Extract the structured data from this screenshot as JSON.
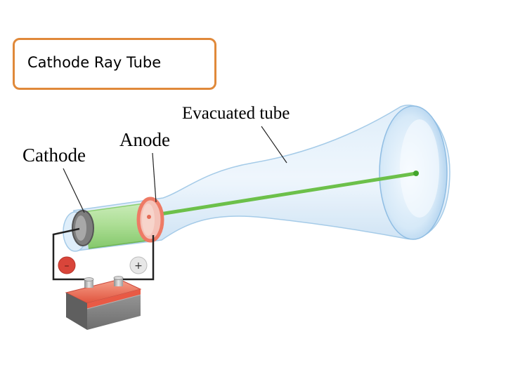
{
  "title": "Cathode Ray Tube",
  "labels": {
    "evacuated_tube": "Evacuated tube",
    "anode": "Anode",
    "cathode": "Cathode"
  },
  "terminals": {
    "negative": "–",
    "positive": "+"
  },
  "colors": {
    "title_border": "#e0893a",
    "beam": "#6cc04a",
    "glass": "#cfe6f7",
    "cathode_cylinder": "#a9d98c",
    "anode_ring": "#f08a78",
    "battery_top": "#ef6b55",
    "battery_body": "#8a8a8a"
  }
}
